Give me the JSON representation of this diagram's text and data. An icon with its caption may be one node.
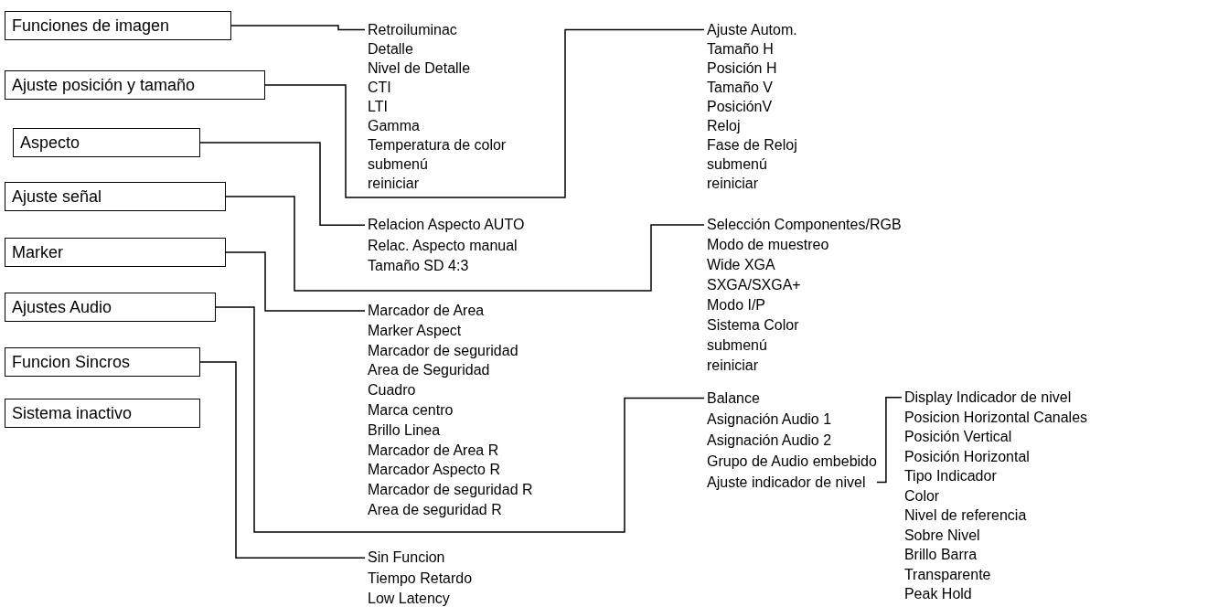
{
  "diagram": {
    "nodes": [
      {
        "text": [
          "Funciones de imagen"
        ]
      },
      {
        "text": [
          "Ajuste posición y tamaño"
        ]
      },
      {
        "text": [
          "Aspecto"
        ]
      },
      {
        "text": [
          "Ajuste señal"
        ]
      },
      {
        "text": [
          "Marker"
        ]
      },
      {
        "text": [
          "Ajustes Audio"
        ]
      },
      {
        "text": [
          "Funcion Sincros"
        ]
      },
      {
        "text": [
          "Sistema inactivo"
        ]
      },
      {
        "text": [
          "Retroiluminac",
          "Detalle",
          "Nivel de Detalle",
          "CTI",
          "LTI",
          "Gamma",
          "Temperatura de color",
          "submenú",
          "reiniciar"
        ]
      },
      {
        "text": [
          "Ajuste Autom.",
          "Tamaño H",
          "Posición H",
          "Tamaño V",
          "PosiciónV",
          "Reloj",
          "Fase de Reloj",
          "submenú",
          "reiniciar"
        ]
      },
      {
        "text": [
          "Relacion Aspecto AUTO",
          "Relac. Aspecto manual",
          "Tamaño SD 4:3"
        ]
      },
      {
        "text": [
          "Selección Componentes/RGB",
          "Modo de muestreo",
          "Wide XGA",
          "SXGA/SXGA+",
          "Modo I/P",
          "Sistema Color",
          "submenú",
          "reiniciar"
        ]
      },
      {
        "text": [
          "Marcador de Area",
          "Marker Aspect",
          "Marcador de seguridad",
          "Area de Seguridad",
          "Cuadro",
          "Marca centro",
          "Brillo Linea",
          "Marcador de Area R",
          "Marcador Aspecto R",
          "Marcador de seguridad R",
          "Area de seguridad R"
        ]
      },
      {
        "text": [
          "Balance",
          "Asignación Audio 1",
          "Asignación Audio 2",
          "Grupo de Audio embebido",
          "Ajuste indicador de nivel"
        ]
      },
      {
        "text": [
          "Display Indicador de nivel",
          "Posicion Horizontal Canales",
          "Posición Vertical",
          "Posición Horizontal",
          "Tipo Indicador",
          "Color",
          "Nivel de referencia",
          "Sobre Nivel",
          "Brillo Barra",
          "Transparente",
          "Peak Hold"
        ]
      },
      {
        "text": [
          "Sin Funcion",
          "Tiempo Retardo",
          "Low Latency"
        ]
      }
    ],
    "edges": [
      {
        "from": 0,
        "to": 8,
        "arrow": "none"
      },
      {
        "from": 1,
        "to": 9,
        "arrow": "none"
      },
      {
        "from": 2,
        "to": 10,
        "arrow": "none"
      },
      {
        "from": 3,
        "to": 11,
        "arrow": "none"
      },
      {
        "from": 4,
        "to": 12,
        "arrow": "none"
      },
      {
        "from": 5,
        "to": 13,
        "arrow": "none"
      },
      {
        "from": 13,
        "to": 14,
        "arrow": "none"
      },
      {
        "from": 6,
        "to": 15,
        "arrow": "none"
      }
    ]
  }
}
